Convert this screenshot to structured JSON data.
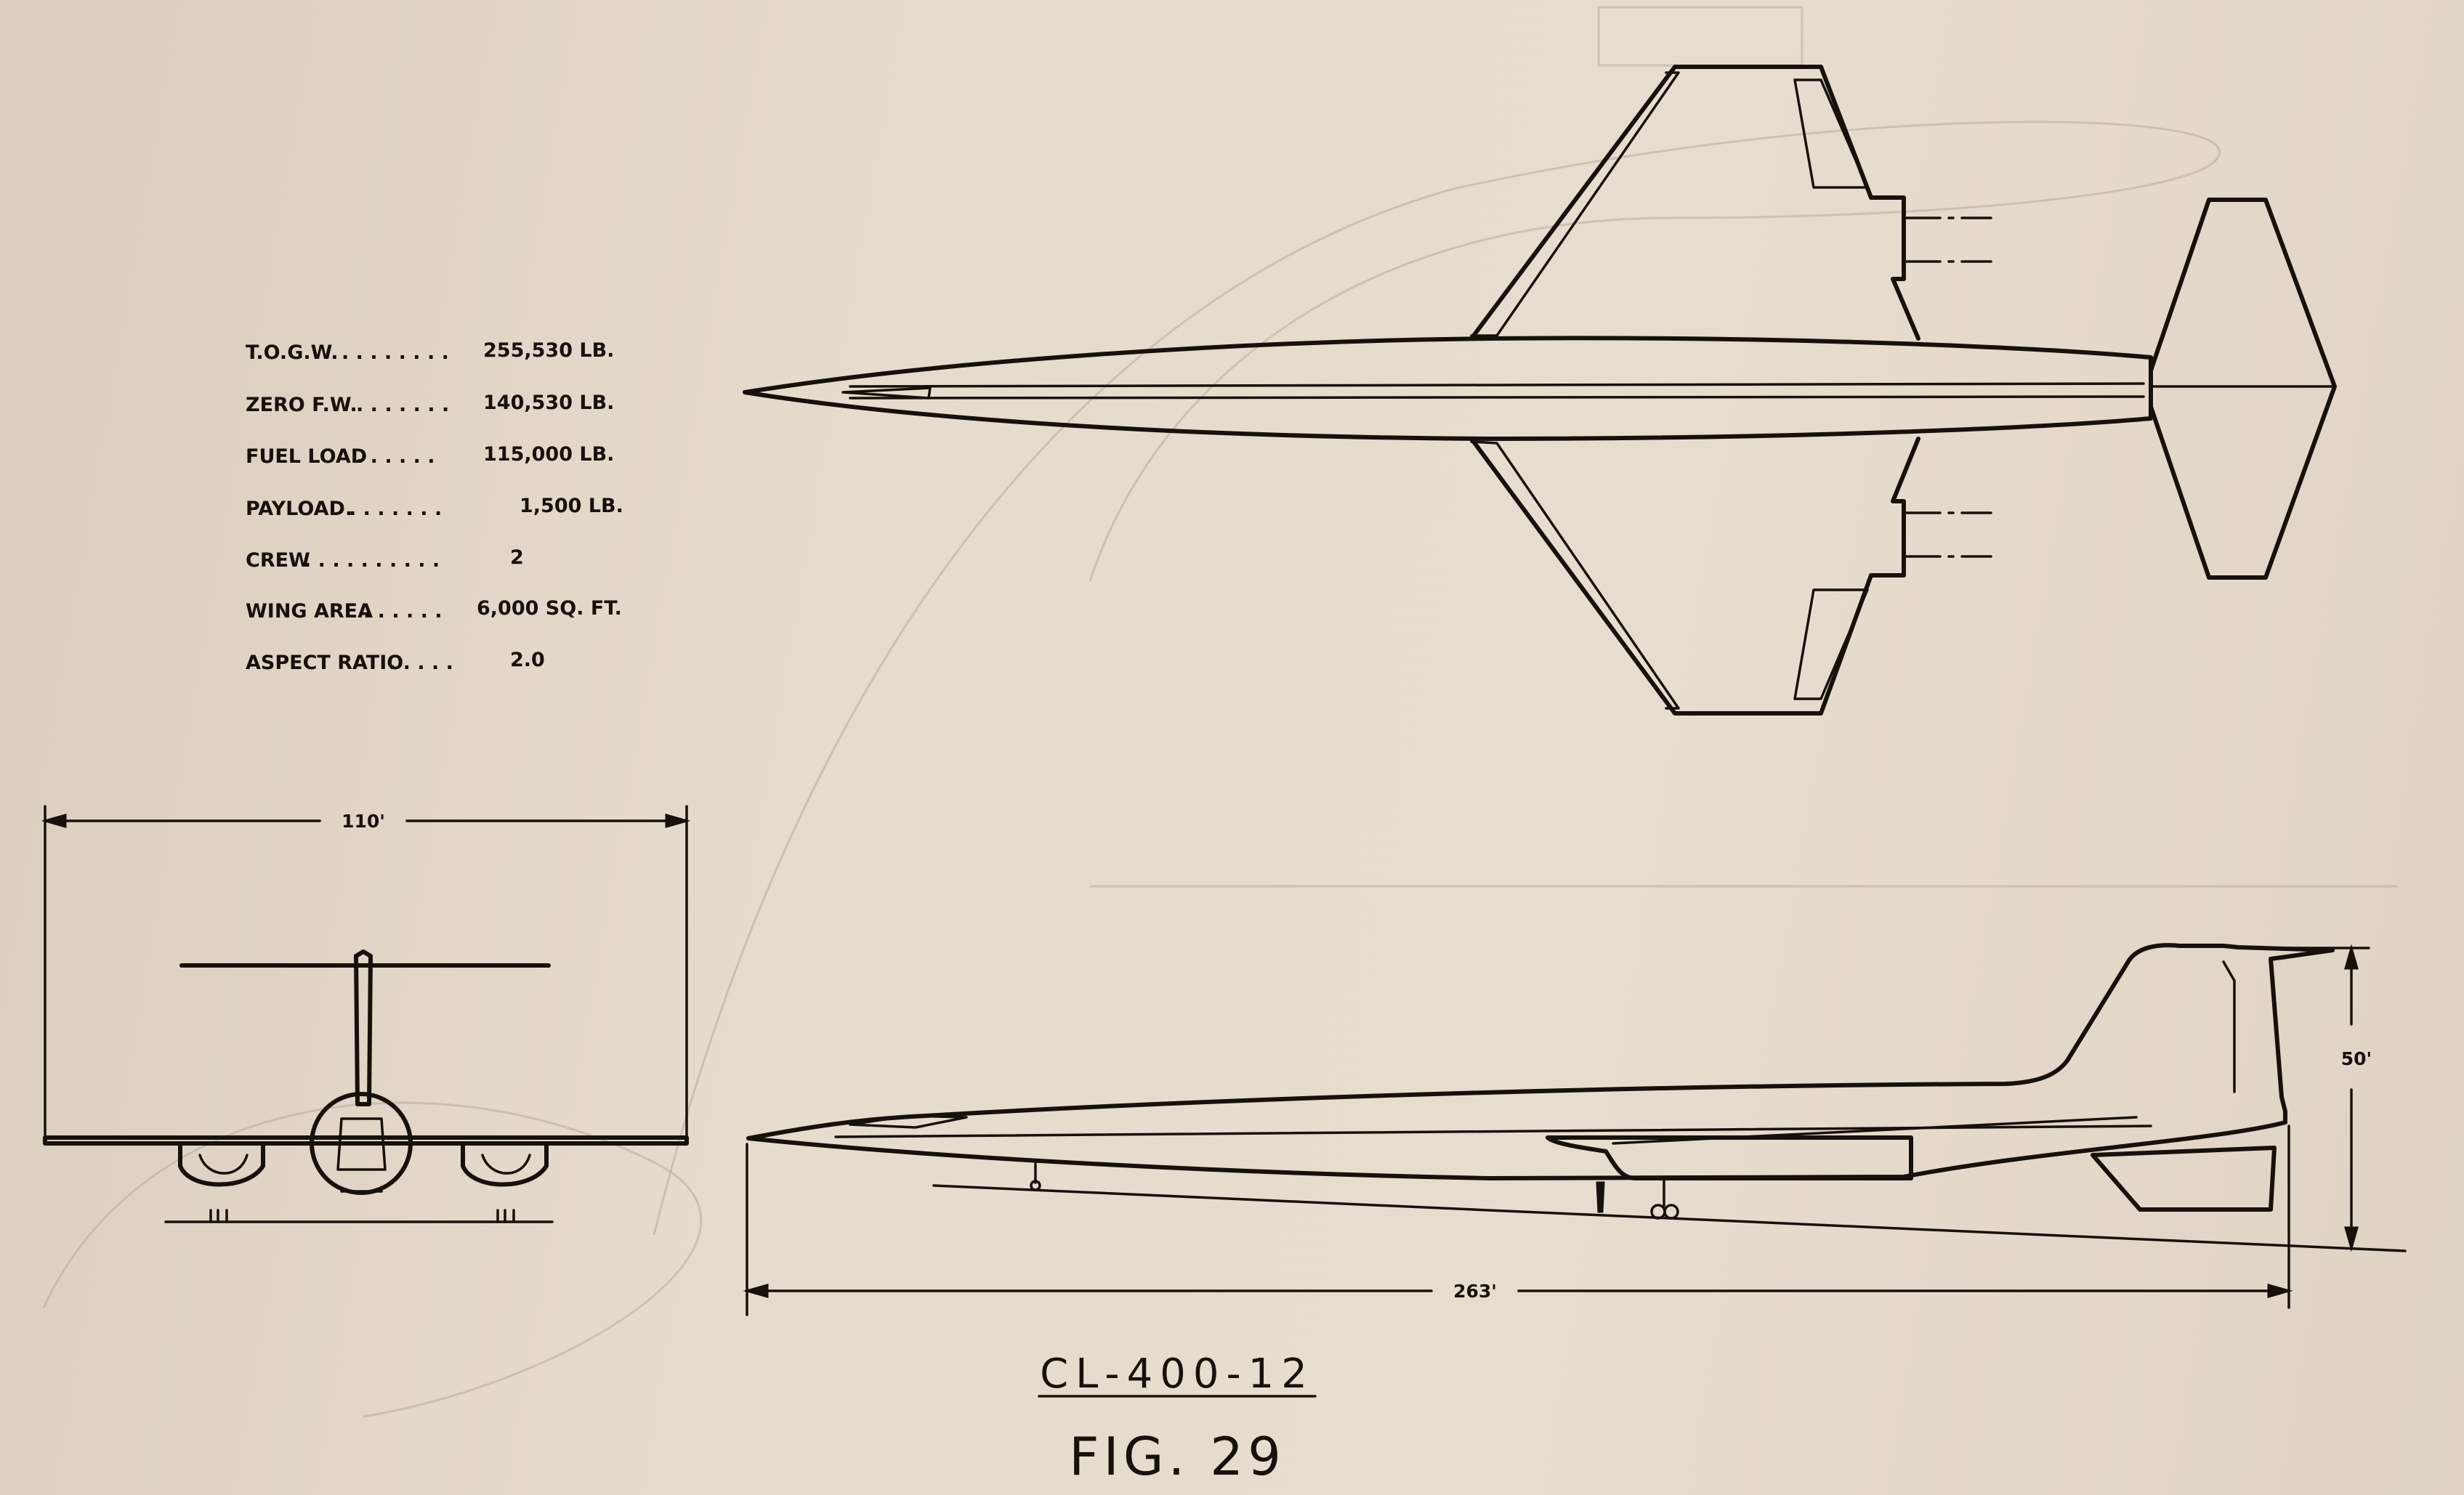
{
  "specs": [
    {
      "label": "T.O.G.W.",
      "value": "255,530 LB."
    },
    {
      "label": "ZERO F.W.",
      "value": "140,530 LB."
    },
    {
      "label": "FUEL LOAD",
      "value": "115,000 LB."
    },
    {
      "label": "PAYLOAD.",
      "value": "1,500 LB."
    },
    {
      "label": "CREW",
      "value": "2"
    },
    {
      "label": "WING AREA",
      "value": "6,000 SQ. FT."
    },
    {
      "label": "ASPECT RATIO",
      "value": "2.0"
    }
  ],
  "dimensions": {
    "span": "110'",
    "length": "263'",
    "height": "50'"
  },
  "caption": {
    "model": "CL-400-12",
    "figure": "FIG. 29"
  },
  "colors": {
    "paper": "#e3d8c9",
    "ink": "#17110c"
  }
}
